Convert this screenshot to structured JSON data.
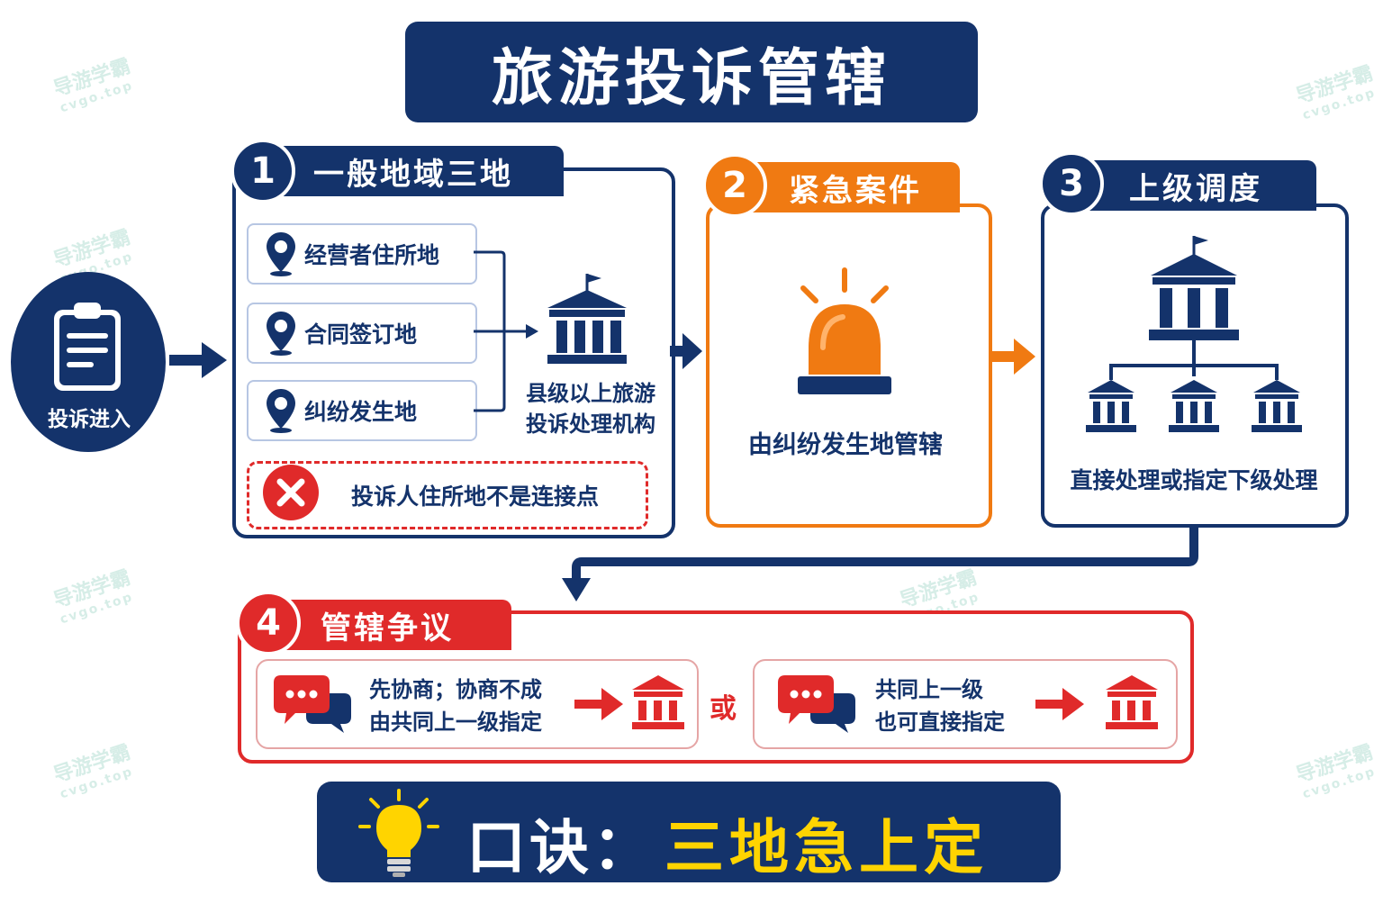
{
  "title": "旅游投诉管辖",
  "start": {
    "label": "投诉进入"
  },
  "step1": {
    "number": "1",
    "header": "一般地域三地",
    "places": [
      "经营者住所地",
      "合同签订地",
      "纠纷发生地"
    ],
    "agency": [
      "县级以上旅游",
      "投诉处理机构"
    ],
    "exclusion": "投诉人住所地不是连接点"
  },
  "step2": {
    "number": "2",
    "header": "紧急案件",
    "text": "由纠纷发生地管辖"
  },
  "step3": {
    "number": "3",
    "header": "上级调度",
    "text": "直接处理或指定下级处理"
  },
  "step4": {
    "number": "4",
    "header": "管辖争议",
    "option1": [
      "先协商；协商不成",
      "由共同上一级指定"
    ],
    "or": "或",
    "option2": [
      "共同上一级",
      "也可直接指定"
    ]
  },
  "motto": {
    "prefix": "口诀：",
    "text": "三地急上定"
  },
  "watermark": {
    "name": "导游学霸",
    "url": "cvgo.top"
  },
  "colors": {
    "navy": "#14336b",
    "orange": "#f07a12",
    "red": "#e02a2a",
    "yellow": "#ffd400"
  },
  "icons": [
    "clipboard-icon",
    "map-pin-icon",
    "government-building-icon",
    "close-icon",
    "siren-icon",
    "org-hierarchy-icon",
    "chat-bubbles-icon",
    "lightbulb-icon"
  ]
}
